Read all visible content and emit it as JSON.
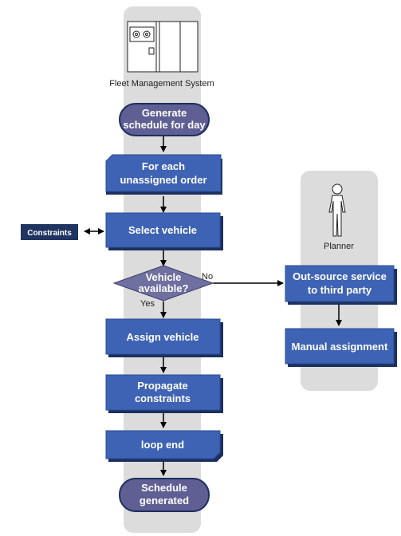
{
  "lanes": {
    "system": {
      "label": "Fleet Management System",
      "icon": "server-icon"
    },
    "planner": {
      "label": "Planner",
      "icon": "person-icon"
    }
  },
  "nodes": {
    "start": {
      "line1": "Generate",
      "line2": "schedule for day"
    },
    "loop_start": {
      "line1": "For each",
      "line2": "unassigned order"
    },
    "select_vehicle": {
      "label": "Select vehicle"
    },
    "decision": {
      "line1": "Vehicle",
      "line2": "available?"
    },
    "assign_vehicle": {
      "label": "Assign vehicle"
    },
    "propagate": {
      "line1": "Propagate",
      "line2": "constraints"
    },
    "loop_end": {
      "label": "loop end"
    },
    "end": {
      "line1": "Schedule",
      "line2": "generated"
    },
    "constraints": {
      "label": "Constraints"
    },
    "outsource": {
      "line1": "Out-source service",
      "line2": "to third party"
    },
    "manual": {
      "label": "Manual assignment"
    }
  },
  "edges": {
    "no_label": "No",
    "yes_label": "Yes"
  },
  "colors": {
    "lane": "#dcdcdc",
    "box": "#3f63b4",
    "box_border": "#2a4c96",
    "box_shadow": "#1c2f5e",
    "terminator": "#5f5f94",
    "decision": "#6f6fa0",
    "constraints": "#1f3461",
    "arrow": "#000000"
  }
}
